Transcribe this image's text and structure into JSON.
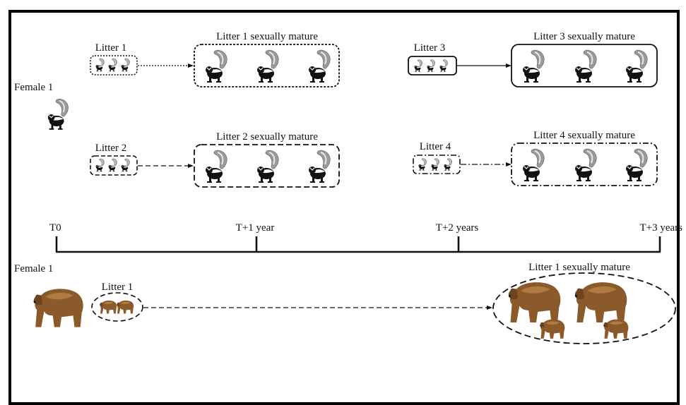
{
  "top_section": {
    "female_label": "Female 1",
    "litters": [
      {
        "label": "Litter 1",
        "mature_label": "Litter 1 sexually mature",
        "line_style": "dotted"
      },
      {
        "label": "Litter 2",
        "mature_label": "Litter 2 sexually mature",
        "line_style": "dashed"
      },
      {
        "label": "Litter 3",
        "mature_label": "Litter 3 sexually mature",
        "line_style": "solid"
      },
      {
        "label": "Litter 4",
        "mature_label": "Litter 4 sexually mature",
        "line_style": "dash-dot"
      }
    ]
  },
  "timeline": {
    "ticks": [
      "T0",
      "T+1 year",
      "T+2 years",
      "T+3 years"
    ]
  },
  "bottom_section": {
    "female_label": "Female 1",
    "litter_label": "Litter 1",
    "mature_label": "Litter 1 sexually mature"
  },
  "icons": {
    "skunk": "skunk-icon",
    "bear": "bear-icon"
  }
}
